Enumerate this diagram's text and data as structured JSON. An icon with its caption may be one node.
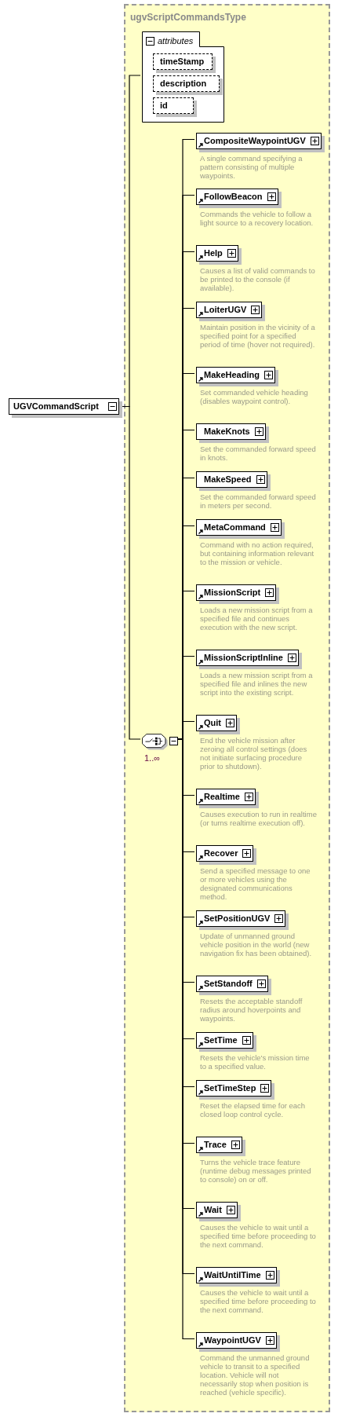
{
  "diagram": {
    "nodes": [
      {
        "text": [
          "ugvScriptCommandsType"
        ]
      },
      {
        "text": [
          "attributes"
        ],
        "in": 0
      },
      {
        "text": [
          "timeStamp"
        ],
        "in": 1
      },
      {
        "text": [
          "description"
        ],
        "in": 1
      },
      {
        "text": [
          "id"
        ],
        "in": 1
      },
      {
        "text": [
          "UGVCommandScript"
        ]
      },
      {
        "text": [],
        "shape": "octagon",
        "in": 0,
        "beside": [
          "1..∞"
        ]
      },
      {
        "text": [
          "CompositeWaypointUGV"
        ],
        "in": 0,
        "beside": [
          "A single command specifying a pattern consisting of multiple waypoints."
        ]
      },
      {
        "text": [
          "FollowBeacon"
        ],
        "in": 0,
        "beside": [
          "Commands the vehicle to follow a light source to a recovery location."
        ]
      },
      {
        "text": [
          "Help"
        ],
        "in": 0,
        "beside": [
          "Causes a list of valid commands to be printed to the console (if available)."
        ]
      },
      {
        "text": [
          "LoiterUGV"
        ],
        "in": 0,
        "beside": [
          "Maintain position in the vicinity of a specified point for a specified period of time (hover not required)."
        ]
      },
      {
        "text": [
          "MakeHeading"
        ],
        "in": 0,
        "beside": [
          "Set commanded vehicle heading (disables waypoint control)."
        ]
      },
      {
        "text": [
          "MakeKnots"
        ],
        "in": 0,
        "beside": [
          "Set the commanded forward speed in knots."
        ]
      },
      {
        "text": [
          "MakeSpeed"
        ],
        "in": 0,
        "beside": [
          "Set the commanded forward speed in meters per second."
        ]
      },
      {
        "text": [
          "MetaCommand"
        ],
        "in": 0,
        "beside": [
          "Command with no action required, but containing information relevant to the mission or vehicle."
        ]
      },
      {
        "text": [
          "MissionScript"
        ],
        "in": 0,
        "beside": [
          "Loads a new mission script from a specified file and continues execution with the new script."
        ]
      },
      {
        "text": [
          "MissionScriptInline"
        ],
        "in": 0,
        "beside": [
          "Loads a new mission script from a specified file and inlines the new script into the existing script."
        ]
      },
      {
        "text": [
          "Quit"
        ],
        "in": 0,
        "beside": [
          "End the vehicle mission after zeroing all control settings (does not initiate surfacing procedure prior to shutdown)."
        ]
      },
      {
        "text": [
          "Realtime"
        ],
        "in": 0,
        "beside": [
          "Causes execution to run in realtime (or turns realtime execution off)."
        ]
      },
      {
        "text": [
          "Recover"
        ],
        "in": 0,
        "beside": [
          "Send a specified message to one or more vehicles using the designated communications method."
        ]
      },
      {
        "text": [
          "SetPositionUGV"
        ],
        "in": 0,
        "beside": [
          "Update of unmanned ground vehicle position in the world (new navigation fix has been obtained)."
        ]
      },
      {
        "text": [
          "SetStandoff"
        ],
        "in": 0,
        "beside": [
          "Resets the acceptable standoff radius around hoverpoints and waypoints."
        ]
      },
      {
        "text": [
          "SetTime"
        ],
        "in": 0,
        "beside": [
          "Resets the vehicle's mission time to a specified value."
        ]
      },
      {
        "text": [
          "SetTimeStep"
        ],
        "in": 0,
        "beside": [
          "Reset the elapsed time for each closed loop control cycle."
        ]
      },
      {
        "text": [
          "Trace"
        ],
        "in": 0,
        "beside": [
          "Turns the vehicle trace feature (runtime debug messages printed to console) on or off."
        ]
      },
      {
        "text": [
          "Wait"
        ],
        "in": 0,
        "beside": [
          "Causes the vehicle to wait until a specified time before proceeding to the next command."
        ]
      },
      {
        "text": [
          "WaitUntilTime"
        ],
        "in": 0,
        "beside": [
          "Causes the vehicle to wait until a specified time before proceeding to the next command."
        ]
      },
      {
        "text": [
          "WaypointUGV"
        ],
        "in": 0,
        "beside": [
          "Command the unmanned ground vehicle to transit to a specified location.  Vehicle will not necessarily stop when position is reached (vehicle specific)."
        ]
      }
    ],
    "edges": [
      {
        "from": 5,
        "to": 1,
        "arrow": "none"
      },
      {
        "from": 5,
        "to": 6,
        "arrow": "none"
      },
      {
        "from": 6,
        "to": 7,
        "arrow": "none"
      },
      {
        "from": 6,
        "to": 8,
        "arrow": "none"
      },
      {
        "from": 6,
        "to": 9,
        "arrow": "none"
      },
      {
        "from": 6,
        "to": 10,
        "arrow": "none"
      },
      {
        "from": 6,
        "to": 11,
        "arrow": "none"
      },
      {
        "from": 6,
        "to": 12,
        "arrow": "none"
      },
      {
        "from": 6,
        "to": 13,
        "arrow": "none"
      },
      {
        "from": 6,
        "to": 14,
        "arrow": "none"
      },
      {
        "from": 6,
        "to": 15,
        "arrow": "none"
      },
      {
        "from": 6,
        "to": 16,
        "arrow": "none"
      },
      {
        "from": 6,
        "to": 17,
        "arrow": "none"
      },
      {
        "from": 6,
        "to": 18,
        "arrow": "none"
      },
      {
        "from": 6,
        "to": 19,
        "arrow": "none"
      },
      {
        "from": 6,
        "to": 20,
        "arrow": "none"
      },
      {
        "from": 6,
        "to": 21,
        "arrow": "none"
      },
      {
        "from": 6,
        "to": 22,
        "arrow": "none"
      },
      {
        "from": 6,
        "to": 23,
        "arrow": "none"
      },
      {
        "from": 6,
        "to": 24,
        "arrow": "none"
      },
      {
        "from": 6,
        "to": 25,
        "arrow": "none"
      },
      {
        "from": 6,
        "to": 26,
        "arrow": "none"
      },
      {
        "from": 6,
        "to": 27,
        "arrow": "none"
      }
    ]
  }
}
